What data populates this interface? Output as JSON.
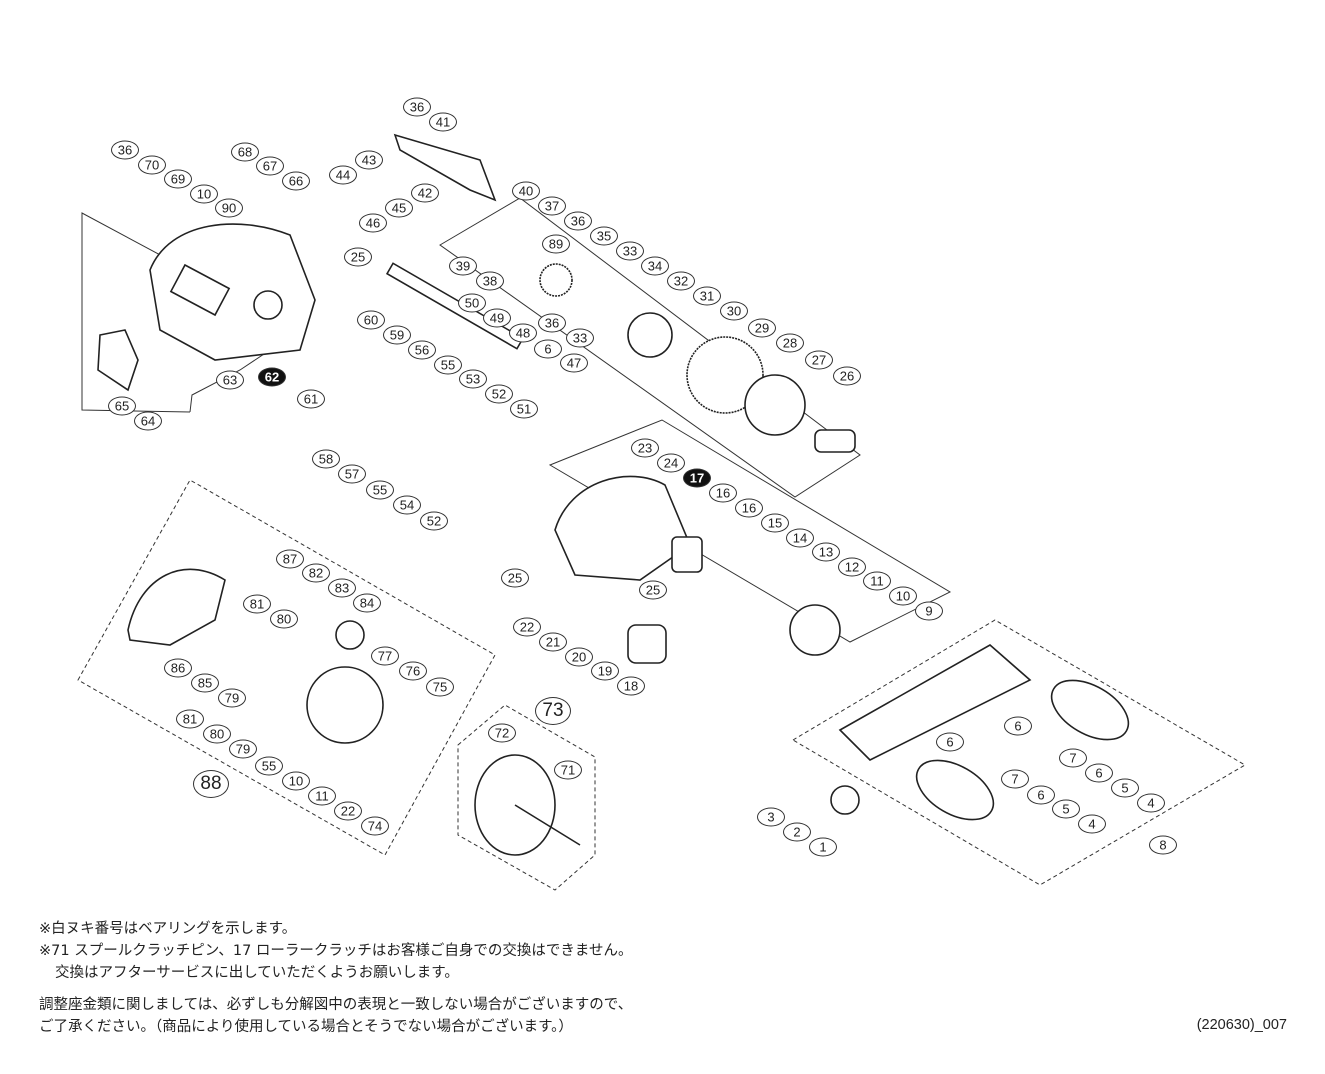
{
  "labels": [
    "36",
    "41",
    "36",
    "70",
    "68",
    "67",
    "66",
    "43",
    "44",
    "69",
    "10",
    "90",
    "42",
    "45",
    "46",
    "40",
    "37",
    "36",
    "89",
    "35",
    "33",
    "39",
    "38",
    "34",
    "25",
    "32",
    "31",
    "50",
    "36",
    "49",
    "60",
    "59",
    "48",
    "33",
    "30",
    "29",
    "56",
    "6",
    "28",
    "55",
    "47",
    "27",
    "62",
    "63",
    "53",
    "26",
    "61",
    "52",
    "65",
    "51",
    "64",
    "58",
    "57",
    "55",
    "54",
    "52",
    "23",
    "24",
    "17",
    "16",
    "16",
    "15",
    "14",
    "13",
    "12",
    "11",
    "10",
    "9",
    "25",
    "25",
    "87",
    "82",
    "83",
    "84",
    "81",
    "80",
    "22",
    "21",
    "20",
    "19",
    "18",
    "86",
    "85",
    "77",
    "76",
    "75",
    "79",
    "81",
    "80",
    "79",
    "55",
    "10",
    "11",
    "22",
    "74",
    "88",
    "73",
    "72",
    "71",
    "6",
    "6",
    "7",
    "6",
    "5",
    "4",
    "7",
    "6",
    "5",
    "4",
    "3",
    "2",
    "1",
    "8"
  ],
  "bearing_labels": [
    "62",
    "17"
  ],
  "assembly_labels": [
    "88",
    "73",
    "8"
  ],
  "notes": {
    "line1": "※白ヌキ番号はベアリングを示します。",
    "line2": "※71 スプールクラッチピン、17 ローラークラッチはお客様ご自身での交換はできません。",
    "line3": "交換はアフターサービスに出していただくようお願いします。",
    "line4": "調整座金類に関しましては、必ずしも分解図中の表現と一致しない場合がございますので、",
    "line5": "ご了承ください。（商品により使用している場合とそうでない場合がございます。）"
  },
  "doc_code": "(220630)_007"
}
